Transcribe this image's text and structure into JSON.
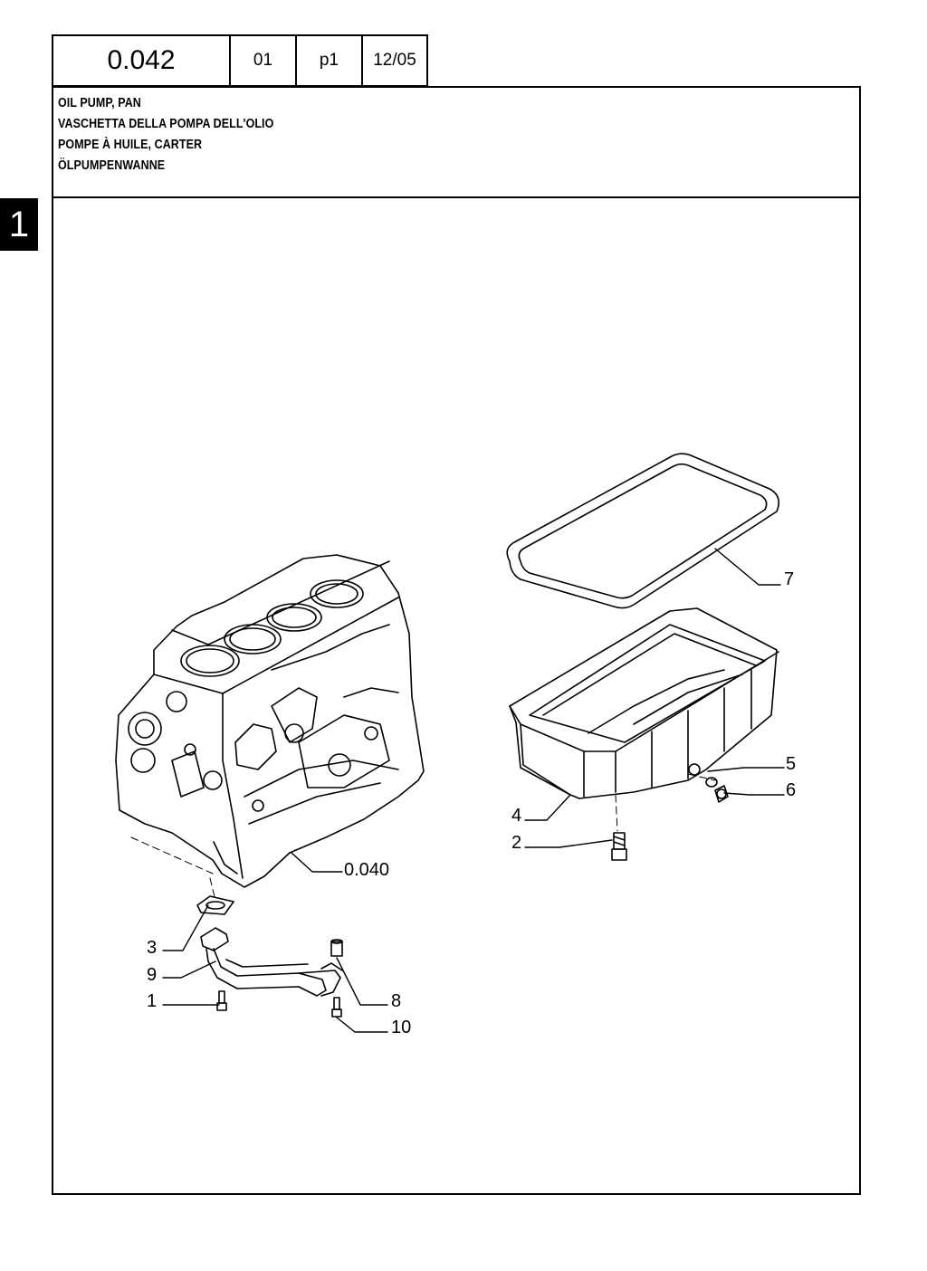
{
  "header": {
    "code": "0.042",
    "field1": "01",
    "field2": "p1",
    "date": "12/05"
  },
  "title": {
    "lines": [
      "OIL PUMP, PAN",
      "VASCHETTA DELLA POMPA DELL'OLIO",
      "POMPE À HUILE, CARTER",
      "ÖLPUMPENWANNE"
    ]
  },
  "section_tab": "1",
  "callouts": {
    "c1": "1",
    "c2": "2",
    "c3": "3",
    "c4": "4",
    "c5": "5",
    "c6": "6",
    "c7": "7",
    "c8": "8",
    "c9": "9",
    "c10": "10",
    "ref": "0.040"
  }
}
